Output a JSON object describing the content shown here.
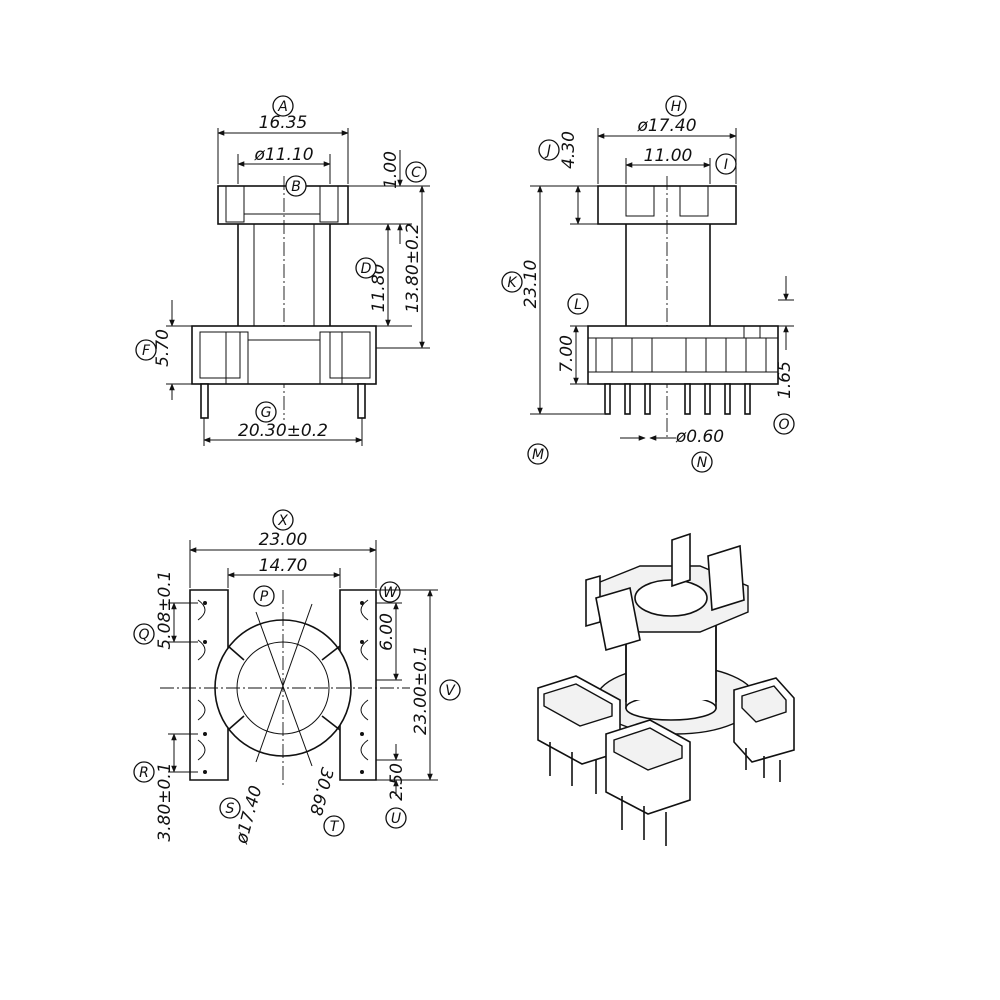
{
  "front_view": {
    "dims": {
      "width_top": "16.35",
      "core_dia": "ø11.10",
      "flange_thk": "1.00",
      "winding_h": "11.80",
      "total_h": "13.80±0.2",
      "base_h": "5.70",
      "pin_span": "20.30±0.2"
    },
    "tags": {
      "a": "A",
      "b": "B",
      "c_right": "C",
      "d": "D",
      "f": "F",
      "g": "G"
    }
  },
  "side_view": {
    "dims": {
      "flange_dia": "ø17.40",
      "inner_w": "11.00",
      "flange_h": "4.30",
      "overall_h": "23.10",
      "base_h": "7.00",
      "pin_len": "1.65",
      "pin_dia": "ø0.60"
    },
    "tags": {
      "h": "H",
      "i": "I",
      "j": "J",
      "k": "K",
      "l": "L",
      "m": "M",
      "n": "N",
      "o": "O"
    }
  },
  "top_view": {
    "dims": {
      "outer_w": "23.00",
      "inner_w": "14.70",
      "pitch": "5.08±0.1",
      "slot": "6.00",
      "outer_h": "23.00±0.1",
      "pin_offset": "3.80±0.1",
      "tab": "2.50",
      "dia": "ø17.40",
      "angle": "30.68"
    },
    "tags": {
      "x": "X",
      "p": "P",
      "q": "Q",
      "r": "R",
      "s": "S",
      "t": "T",
      "u": "U",
      "v": "V",
      "w": "W"
    }
  }
}
